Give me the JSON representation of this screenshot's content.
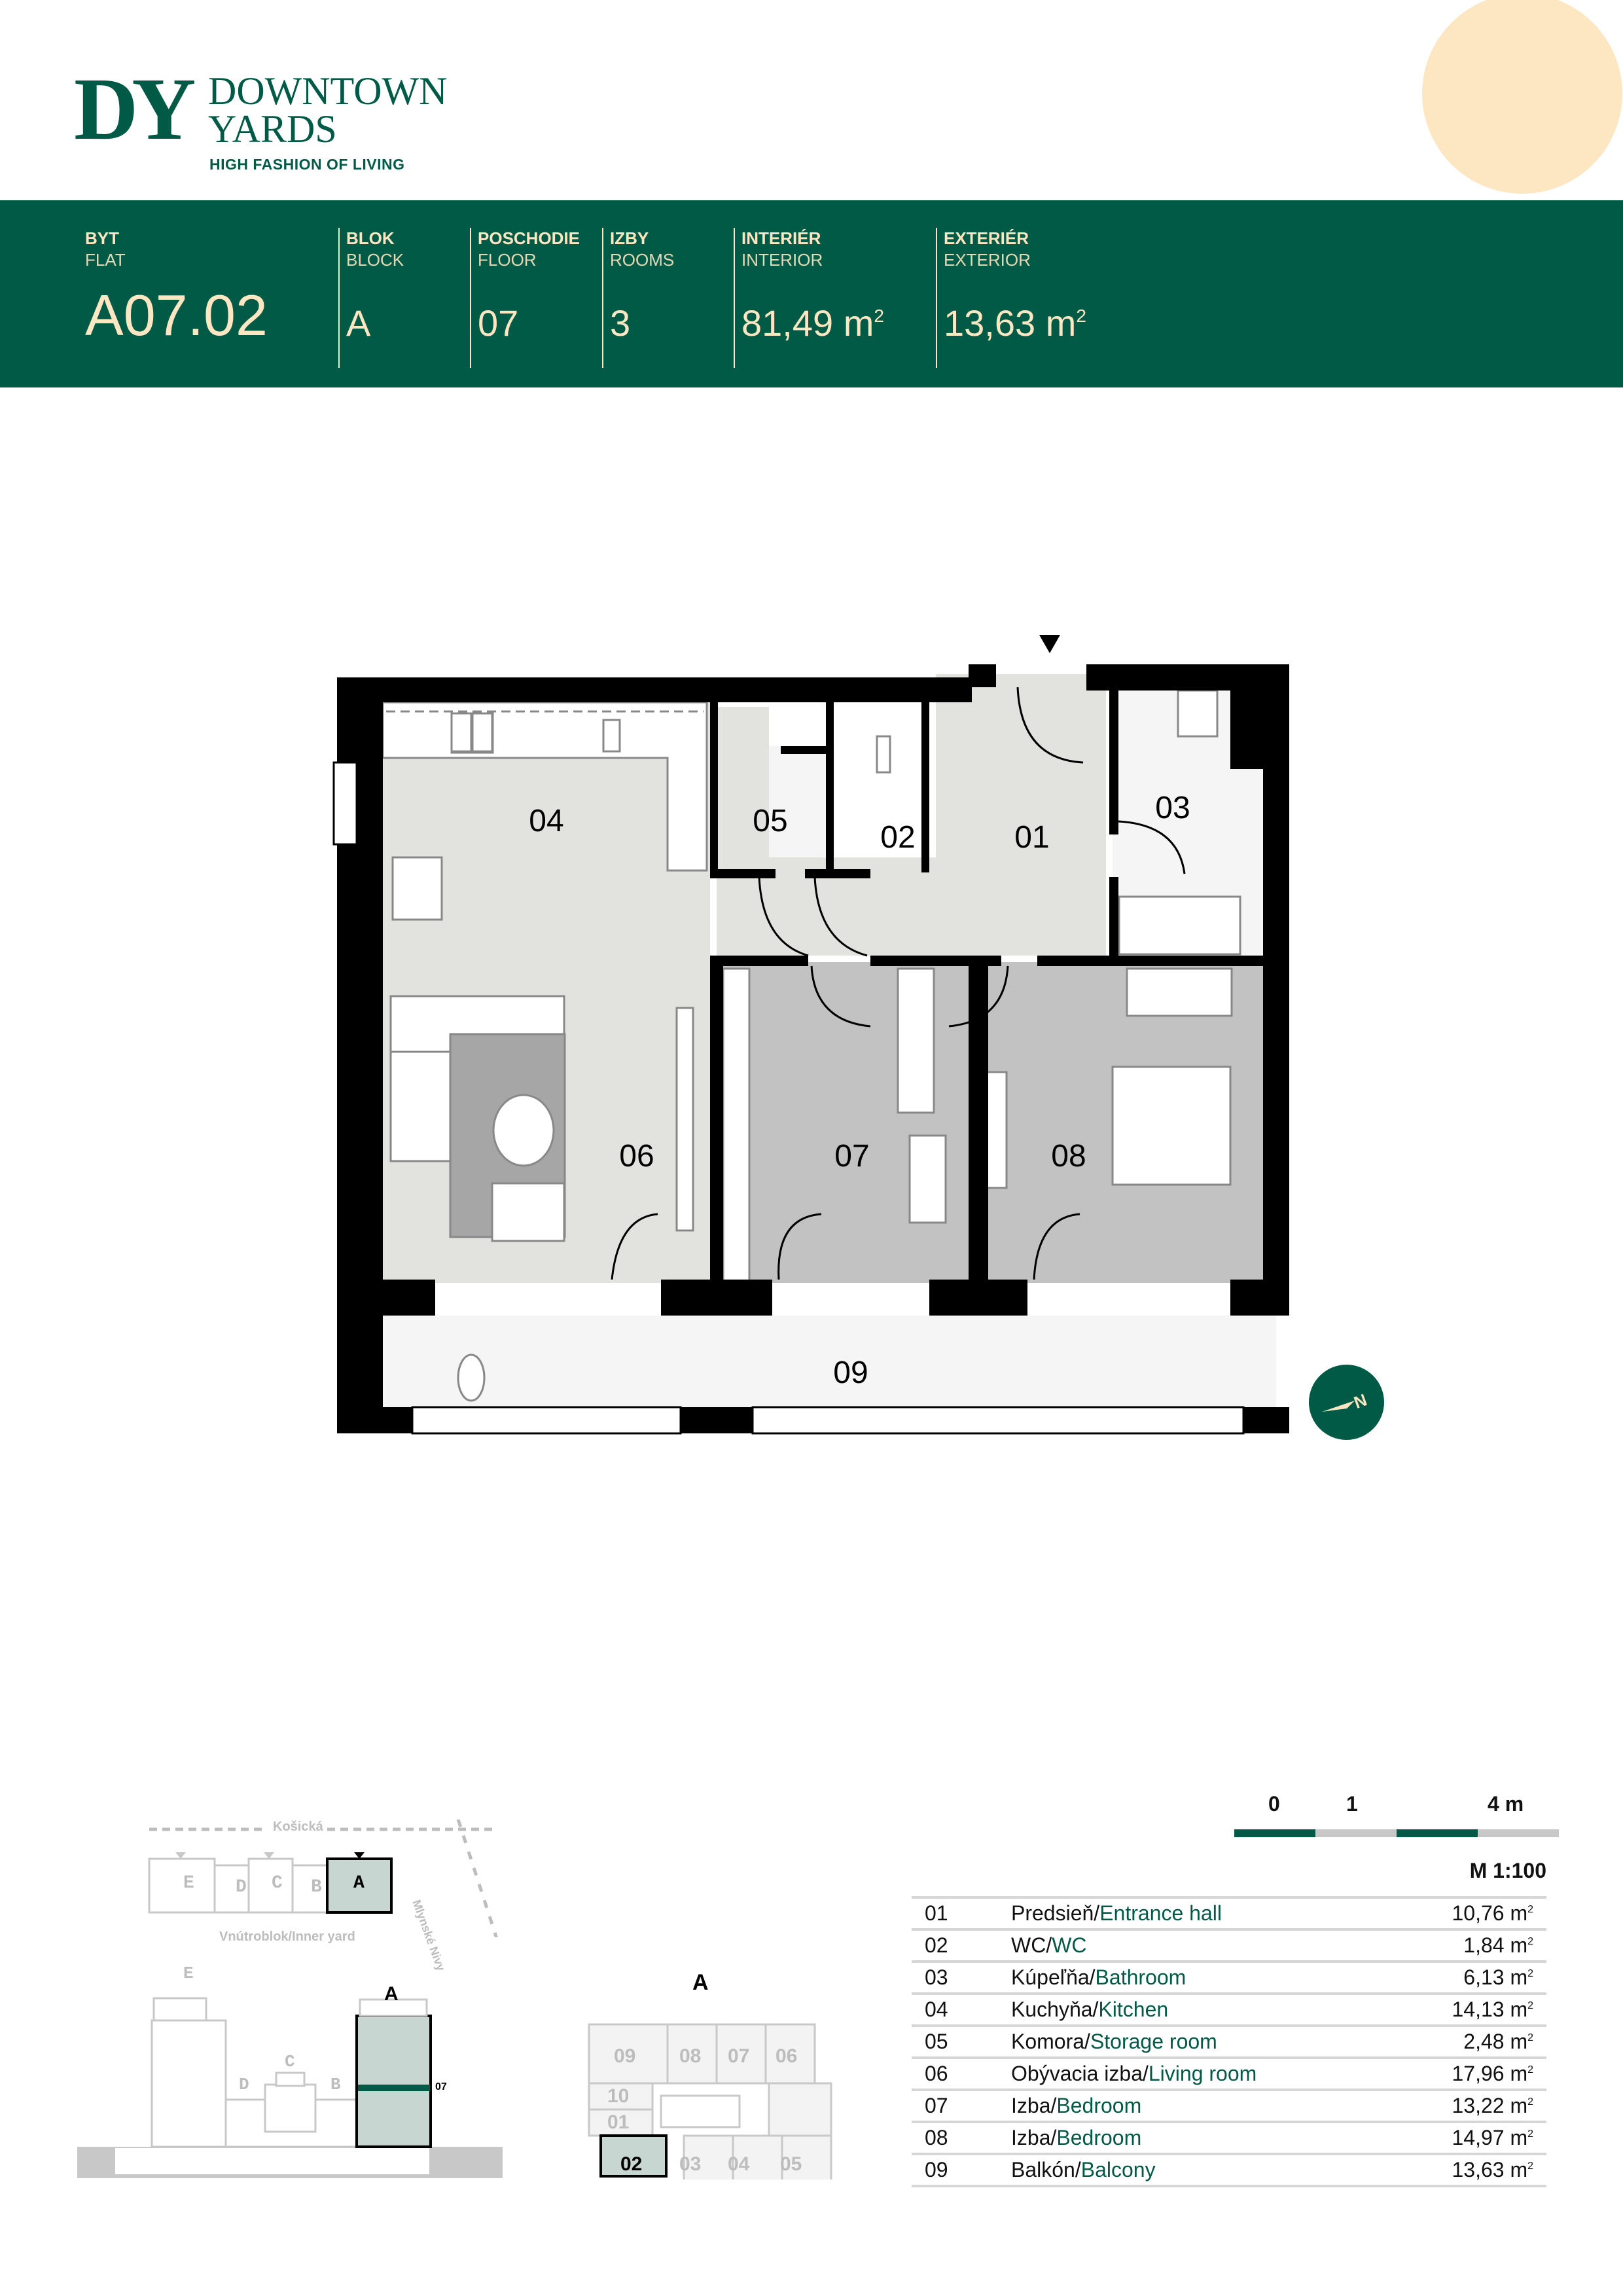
{
  "brand": {
    "monogram": "DY",
    "name_line1": "DOWNTOWN",
    "name_line2": "YARDS",
    "tagline": "HIGH FASHION OF LIVING",
    "primary_color": "#005a46",
    "accent_color": "#fde7c2"
  },
  "header": {
    "flat": {
      "label": "BYT",
      "sub": "FLAT",
      "value": "A07.02"
    },
    "block": {
      "label": "BLOK",
      "sub": "BLOCK",
      "value": "A"
    },
    "floor": {
      "label": "POSCHODIE",
      "sub": "FLOOR",
      "value": "07"
    },
    "rooms": {
      "label": "IZBY",
      "sub": "ROOMS",
      "value": "3"
    },
    "interior": {
      "label": "INTERIÉR",
      "sub": "INTERIOR",
      "value": "81,49 m",
      "unit_sup": "2"
    },
    "exterior": {
      "label": "EXTERIÉR",
      "sub": "EXTERIOR",
      "value": "13,63 m",
      "unit_sup": "2"
    }
  },
  "plan": {
    "room_labels": [
      "01",
      "02",
      "03",
      "04",
      "05",
      "06",
      "07",
      "08",
      "09"
    ],
    "entrance_marker": "entrance-arrow",
    "compass_label": "N"
  },
  "scale": {
    "ticks": [
      "0",
      "1",
      "4 m"
    ],
    "ratio": "M 1:100"
  },
  "rooms": [
    {
      "no": "01",
      "sk": "Predsieň/",
      "en": "Entrance hall",
      "area": "10,76 m",
      "sup": "2"
    },
    {
      "no": "02",
      "sk": "WC/",
      "en": "WC",
      "area": "1,84 m",
      "sup": "2"
    },
    {
      "no": "03",
      "sk": "Kúpeľňa/",
      "en": "Bathroom",
      "area": "6,13 m",
      "sup": "2"
    },
    {
      "no": "04",
      "sk": "Kuchyňa/",
      "en": "Kitchen",
      "area": "14,13 m",
      "sup": "2"
    },
    {
      "no": "05",
      "sk": "Komora/",
      "en": "Storage room",
      "area": "2,48 m",
      "sup": "2"
    },
    {
      "no": "06",
      "sk": "Obývacia izba/",
      "en": "Living room",
      "area": "17,96 m",
      "sup": "2"
    },
    {
      "no": "07",
      "sk": "Izba/",
      "en": "Bedroom",
      "area": "13,22 m",
      "sup": "2"
    },
    {
      "no": "08",
      "sk": "Izba/",
      "en": "Bedroom",
      "area": "14,97 m",
      "sup": "2"
    },
    {
      "no": "09",
      "sk": "Balkón/",
      "en": "Balcony",
      "area": "13,63 m",
      "sup": "2"
    }
  ],
  "site_plan": {
    "street_top": "Košická",
    "street_side": "Mlynské Nivy",
    "inner_yard": "Vnútroblok/Inner yard",
    "blocks": [
      "E",
      "D",
      "C",
      "B",
      "A"
    ],
    "selected_block": "A"
  },
  "elevation": {
    "blocks": [
      "E",
      "D",
      "C",
      "B",
      "A"
    ],
    "selected_block": "A",
    "floor_marker": "07"
  },
  "floor_key": {
    "block": "A",
    "units_top": [
      "09",
      "08",
      "07",
      "06"
    ],
    "units_mid": [
      "10",
      "01"
    ],
    "units_bottom": [
      "02",
      "03",
      "04",
      "05"
    ],
    "selected_unit": "02"
  }
}
